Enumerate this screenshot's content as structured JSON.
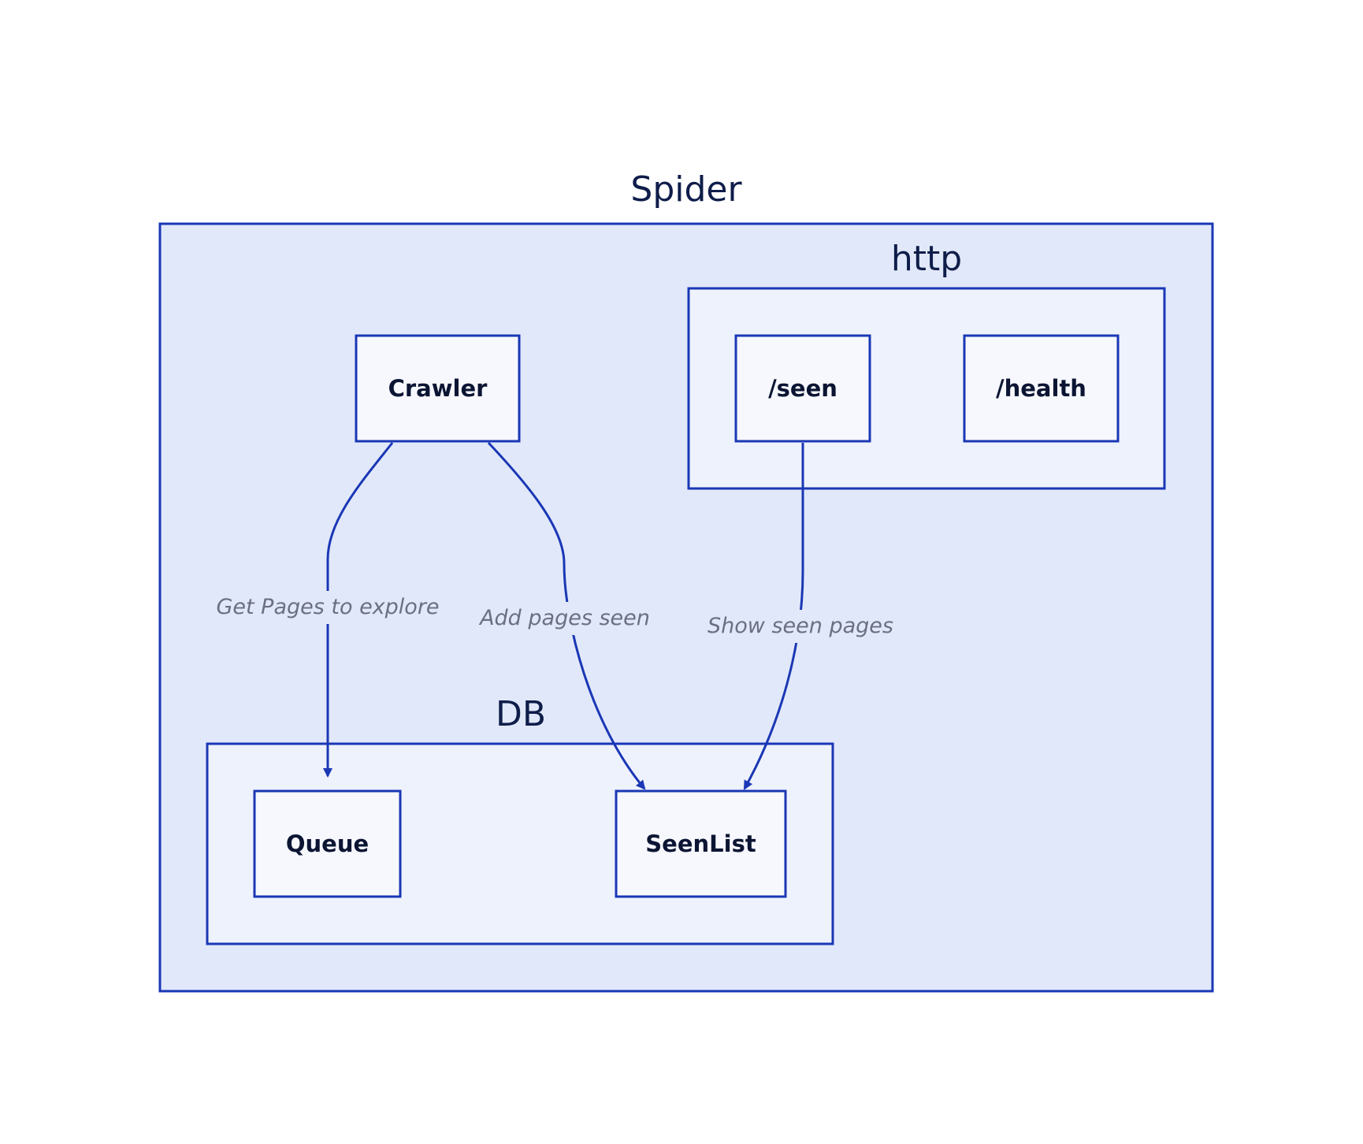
{
  "colors": {
    "stroke": "#1a37b5",
    "outer_fill": "#e1e8fa",
    "inner_fill": "#eef2fc",
    "node_fill": "#f7f8fd",
    "title_text": "#0f1d4a",
    "node_text": "#0b1533",
    "edge_label_text": "#6b7080",
    "edge_label_bg": "#e1e8fa"
  },
  "groups": {
    "spider": {
      "title": "Spider"
    },
    "http": {
      "title": "http"
    },
    "db": {
      "title": "DB"
    }
  },
  "nodes": {
    "crawler": {
      "label": "Crawler"
    },
    "seen": {
      "label": "/seen"
    },
    "health": {
      "label": "/health"
    },
    "queue": {
      "label": "Queue"
    },
    "seenlist": {
      "label": "SeenList"
    }
  },
  "edges": {
    "crawler_queue": {
      "label": "Get Pages to explore"
    },
    "crawler_seenlist": {
      "label": "Add pages seen"
    },
    "seen_seenlist": {
      "label": "Show seen pages"
    }
  }
}
